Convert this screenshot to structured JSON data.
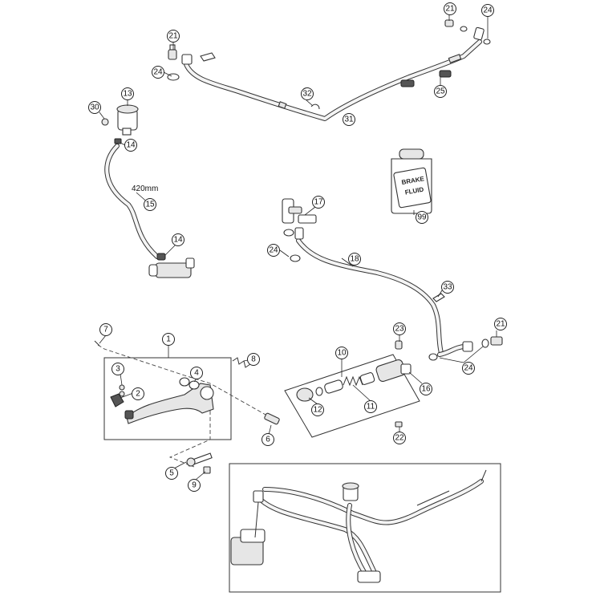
{
  "callouts": [
    {
      "id": "c1",
      "number": "1"
    },
    {
      "id": "c2",
      "number": "2"
    },
    {
      "id": "c3",
      "number": "3"
    },
    {
      "id": "c4",
      "number": "4"
    },
    {
      "id": "c5",
      "number": "5"
    },
    {
      "id": "c6",
      "number": "6"
    },
    {
      "id": "c7",
      "number": "7"
    },
    {
      "id": "c8",
      "number": "8"
    },
    {
      "id": "c9",
      "number": "9"
    },
    {
      "id": "c10",
      "number": "10"
    },
    {
      "id": "c11",
      "number": "11"
    },
    {
      "id": "c12",
      "number": "12"
    },
    {
      "id": "c13",
      "number": "13"
    },
    {
      "id": "c14a",
      "number": "14"
    },
    {
      "id": "c14b",
      "number": "14"
    },
    {
      "id": "c15",
      "number": "15"
    },
    {
      "id": "c16",
      "number": "16"
    },
    {
      "id": "c17",
      "number": "17"
    },
    {
      "id": "c18",
      "number": "18"
    },
    {
      "id": "c21a",
      "number": "21"
    },
    {
      "id": "c21b",
      "number": "21"
    },
    {
      "id": "c21c",
      "number": "21"
    },
    {
      "id": "c22",
      "number": "22"
    },
    {
      "id": "c23",
      "number": "23"
    },
    {
      "id": "c24a",
      "number": "24"
    },
    {
      "id": "c24b",
      "number": "24"
    },
    {
      "id": "c24c",
      "number": "24"
    },
    {
      "id": "c24d",
      "number": "24"
    },
    {
      "id": "c25",
      "number": "25"
    },
    {
      "id": "c30",
      "number": "30"
    },
    {
      "id": "c31",
      "number": "31"
    },
    {
      "id": "c32",
      "number": "32"
    },
    {
      "id": "c33",
      "number": "33"
    },
    {
      "id": "c99",
      "number": "99"
    }
  ],
  "hose_length_label": "420mm",
  "bottle_label_line1": "BRAKE",
  "bottle_label_line2": "FLUID"
}
